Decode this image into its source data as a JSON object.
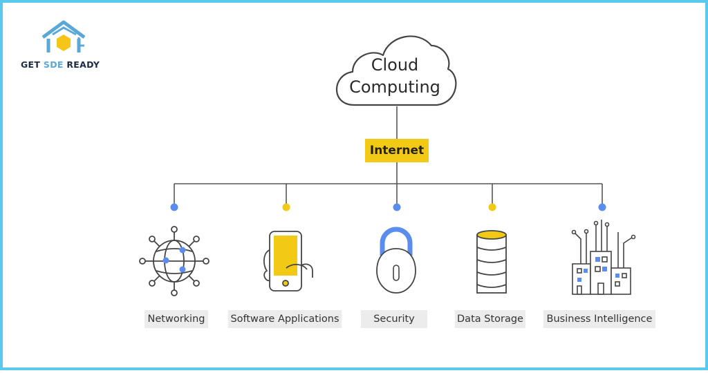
{
  "brand": {
    "logo_text_prefix": "GET ",
    "logo_text_highlight": "SDE",
    "logo_text_suffix": " READY",
    "colors": {
      "dark": "#1f2a44",
      "light_blue": "#5aa8d8",
      "yellow": "#f5c518"
    }
  },
  "diagram": {
    "root": {
      "line1": "Cloud",
      "line2": "Computing",
      "icon": "cloud-icon"
    },
    "hub": {
      "label": "Internet",
      "color": "#f2c914"
    },
    "nodes": [
      {
        "label": "Networking",
        "icon": "network-globe-icon",
        "dot_color": "#5b8def"
      },
      {
        "label": "Software Applications",
        "icon": "smartphone-hand-icon",
        "dot_color": "#f2c914"
      },
      {
        "label": "Security",
        "icon": "padlock-icon",
        "dot_color": "#5b8def"
      },
      {
        "label": "Data Storage",
        "icon": "database-icon",
        "dot_color": "#f2c914"
      },
      {
        "label": "Business Intelligence",
        "icon": "city-data-icon",
        "dot_color": "#5b8def"
      }
    ]
  },
  "colors": {
    "border": "#5bc8ee",
    "line": "#555555",
    "blue": "#5b8def",
    "yellow": "#f2c914",
    "label_bg": "#ececec"
  }
}
